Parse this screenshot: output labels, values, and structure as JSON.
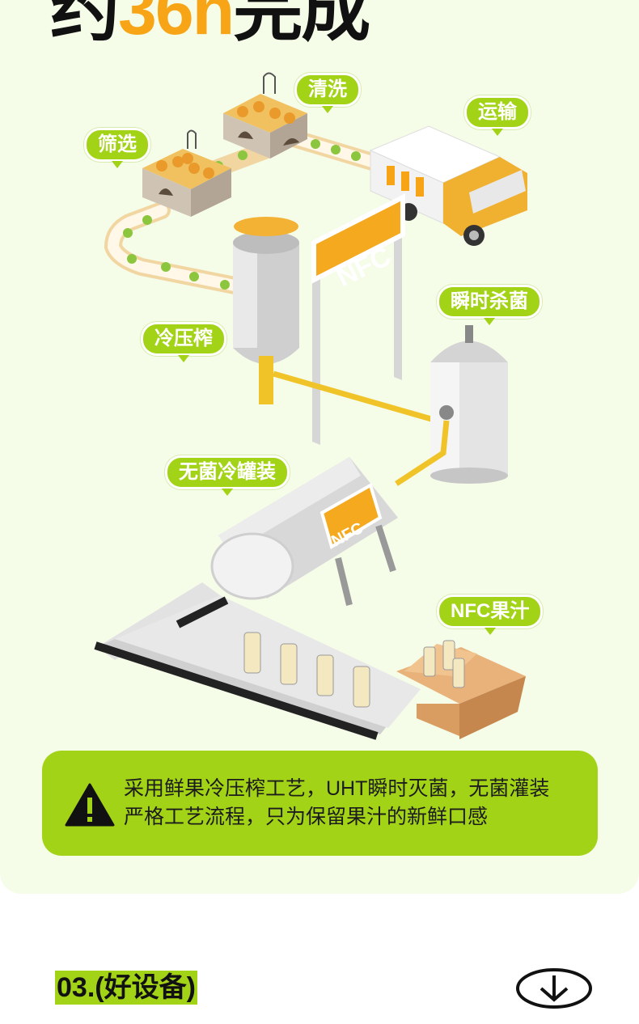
{
  "header": {
    "title_prefix": "约",
    "title_accent": "36h",
    "title_suffix": "完成"
  },
  "stages": {
    "screen": "筛选",
    "wash": "清洗",
    "transport": "运输",
    "cold_press": "冷压榨",
    "flash_sterilize": "瞬时杀菌",
    "aseptic_storage": "无菌冷罐装",
    "product": "NFC果汁"
  },
  "brand": {
    "sign": "NFC",
    "tank_logo": "NFC"
  },
  "notice": {
    "line1": "采用鲜果冷压榨工艺，UHT瞬时灭菌，无菌灌装",
    "line2": "严格工艺流程，只为保留果汁的新鲜口感"
  },
  "section": {
    "heading": "03.(好设备)"
  },
  "colors": {
    "accent_green": "#a3d317",
    "accent_orange": "#f7a516",
    "background": "#f5fce8"
  }
}
